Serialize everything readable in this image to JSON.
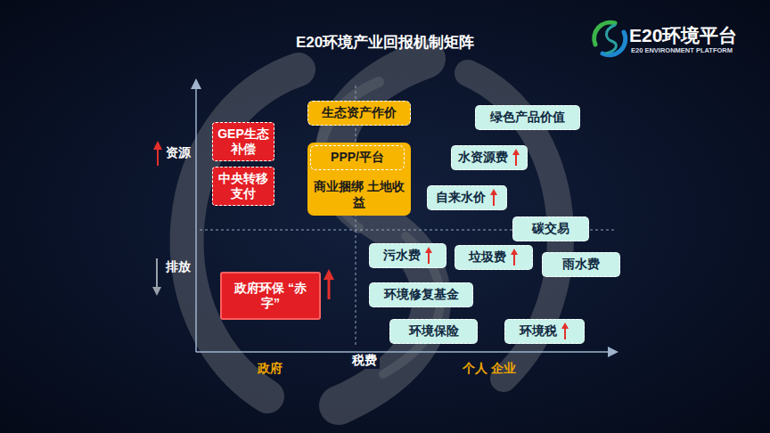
{
  "diagram": {
    "title": "E20环境产业回报机制矩阵",
    "nodes": [
      {
        "text": [
          "GEP生态 补偿"
        ]
      },
      {
        "text": [
          "中央转移 支付"
        ]
      },
      {
        "text": [
          "政府环保 “赤字”"
        ]
      },
      {
        "text": [
          "生态资产作价"
        ]
      },
      {
        "text": [
          "商业捆绑 土地收益"
        ]
      },
      {
        "text": [
          "PPP/平台"
        ],
        "in": 4
      },
      {
        "text": [
          "绿色产品价值"
        ]
      },
      {
        "text": [
          "水资源费"
        ]
      },
      {
        "text": [
          "自来水价"
        ]
      },
      {
        "text": [
          "碳交易"
        ]
      },
      {
        "text": [
          "污水费"
        ]
      },
      {
        "text": [
          "垃圾费"
        ]
      },
      {
        "text": [
          "雨水费"
        ]
      },
      {
        "text": [
          "环境修复基金"
        ]
      },
      {
        "text": [
          "环境保险"
        ]
      },
      {
        "text": [
          "环境税"
        ]
      }
    ],
    "labels": [
      "E20环境平台",
      "E20 ENVIRONMENT PLATFORM",
      "资源",
      "排放",
      "政府",
      "税费",
      "个人 企业"
    ]
  }
}
